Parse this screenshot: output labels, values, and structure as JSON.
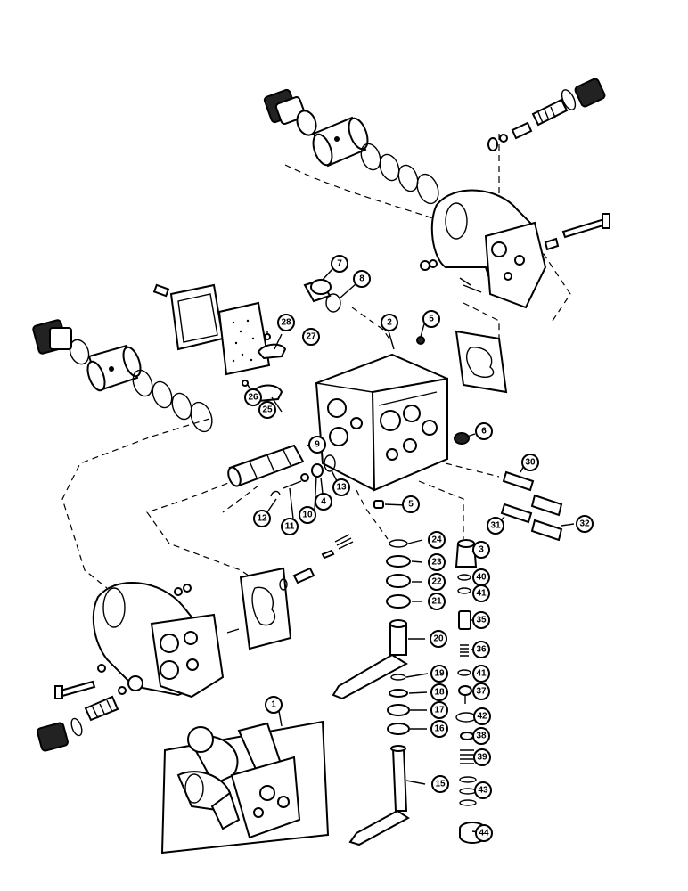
{
  "diagram": {
    "callouts": [
      "1",
      "2",
      "3",
      "4",
      "5",
      "5",
      "6",
      "7",
      "8",
      "9",
      "10",
      "11",
      "12",
      "13",
      "15",
      "16",
      "17",
      "18",
      "19",
      "20",
      "21",
      "22",
      "23",
      "24",
      "25",
      "26",
      "27",
      "28",
      "30",
      "31",
      "32",
      "35",
      "36",
      "37",
      "38",
      "39",
      "40",
      "41",
      "41",
      "42",
      "43",
      "44"
    ]
  }
}
